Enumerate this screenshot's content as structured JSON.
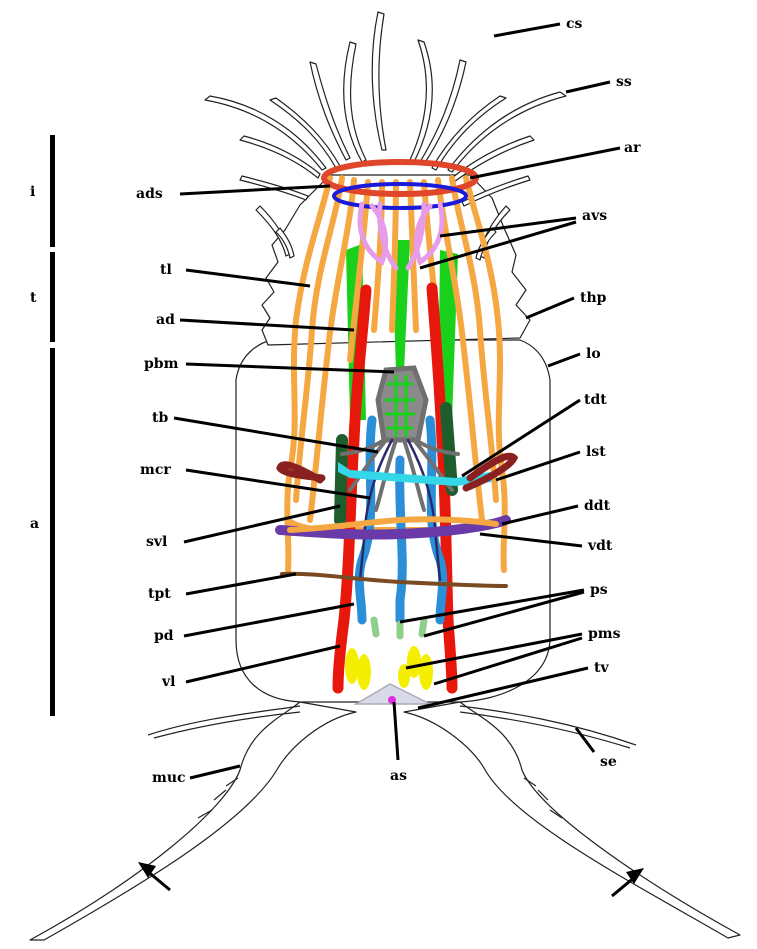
{
  "labels": {
    "cs": "cs",
    "ss": "ss",
    "ar": "ar",
    "ads": "ads",
    "avs": "avs",
    "tl": "tl",
    "thp": "thp",
    "ad": "ad",
    "lo": "lo",
    "pbm": "pbm",
    "tdt": "tdt",
    "tb": "tb",
    "lst": "lst",
    "mcr": "mcr",
    "ddt": "ddt",
    "svl": "svl",
    "vdt": "vdt",
    "tpt": "tpt",
    "ps": "ps",
    "pd": "pd",
    "pms": "pms",
    "vl": "vl",
    "tv": "tv",
    "muc": "muc",
    "as": "as",
    "se": "se"
  },
  "regions": {
    "i": "i",
    "t": "t",
    "a": "a"
  },
  "colors": {
    "trunk_longitudinal": "#f5a742",
    "dorsal_muscle": "#e8170c",
    "green_band": "#19d11a",
    "dark_green": "#1e5e2c",
    "blue_tube": "#2a8fd6",
    "ring_red": "#e0462a",
    "ring_blue": "#1a1adb",
    "pink_loop": "#e79ce8",
    "grey_basket": "#707070",
    "dark_red": "#8b2020",
    "cyan": "#35d6e8",
    "purple": "#6a3aa8",
    "brown": "#7a4a22",
    "pale_green": "#8fcf8a",
    "yellow": "#f4ee00",
    "magenta": "#e02ce0"
  }
}
